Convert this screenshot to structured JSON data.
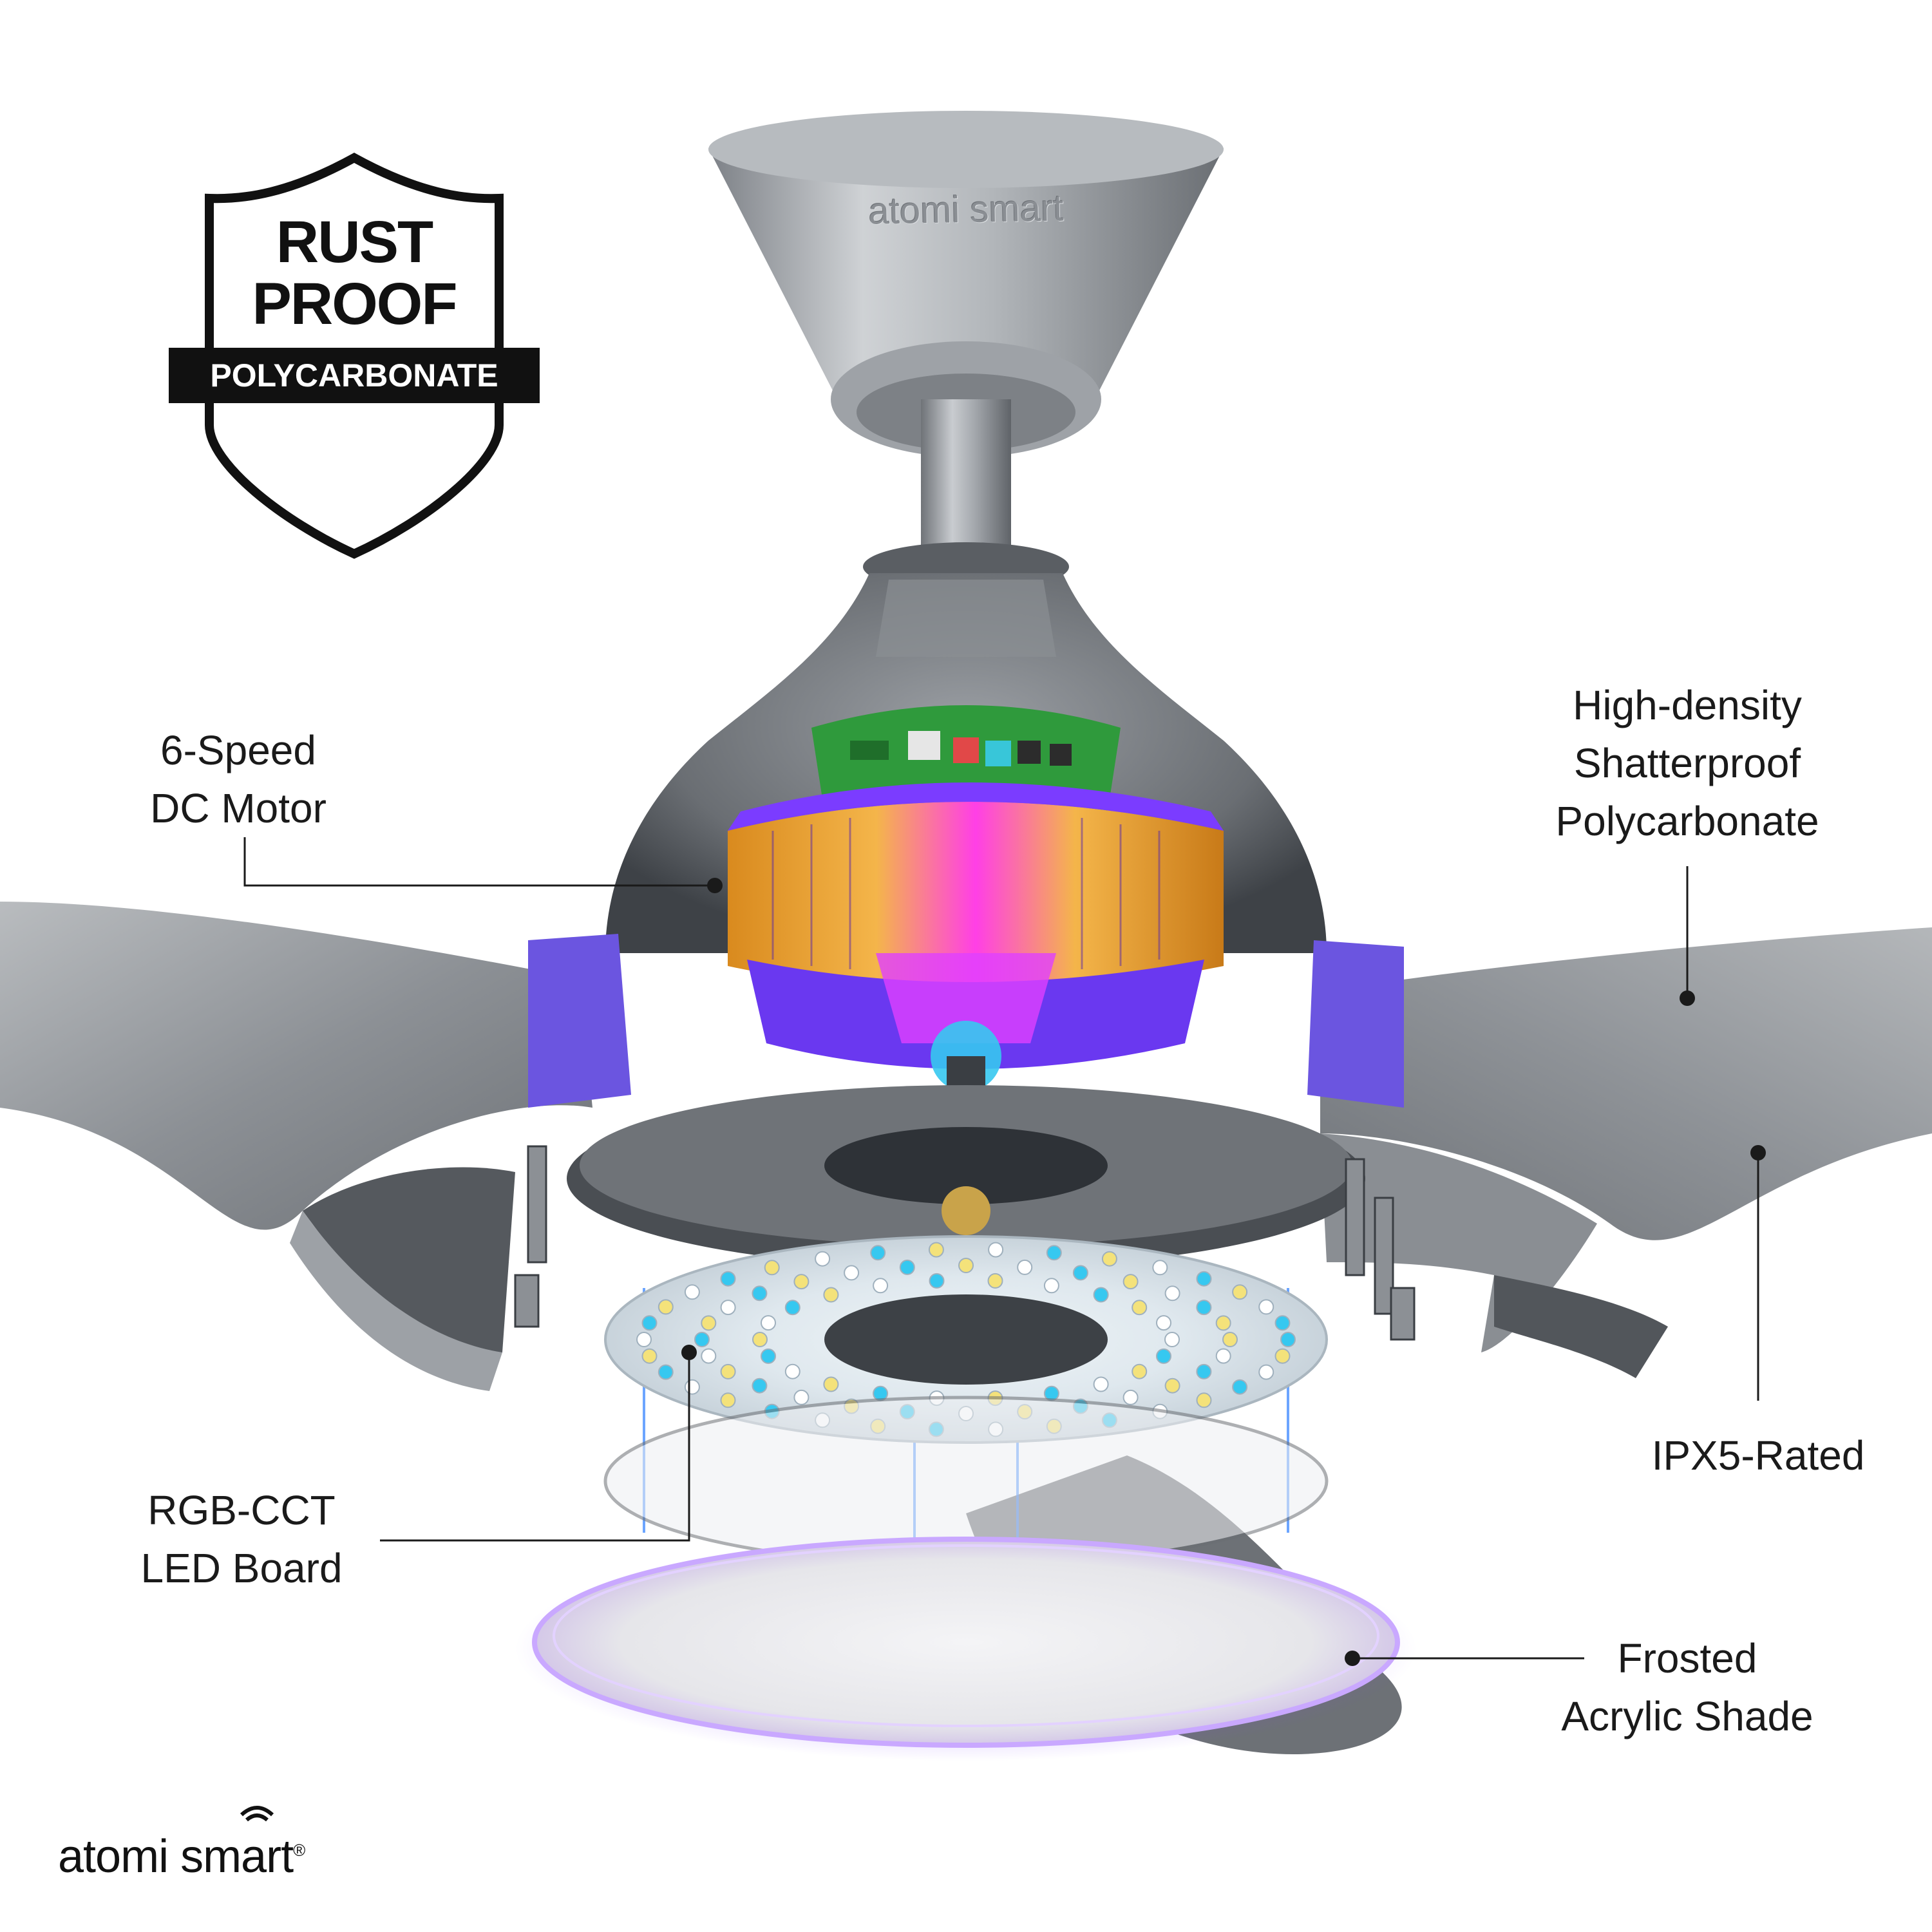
{
  "badge": {
    "line1": "RUST",
    "line2": "PROOF",
    "band": "POLYCARBONATE",
    "icon": "shield-icon"
  },
  "callouts": {
    "motor": {
      "line1": "6-Speed",
      "line2": "DC Motor"
    },
    "housing": {
      "line1": "High-density",
      "line2": "Shatterproof",
      "line3": "Polycarbonate"
    },
    "rating": {
      "line1": "IPX5-Rated"
    },
    "led": {
      "line1": "RGB-CCT",
      "line2": "LED Board"
    },
    "shade": {
      "line1": "Frosted",
      "line2": "Acrylic Shade"
    }
  },
  "brand": {
    "name": "atomi smart",
    "registered": "®",
    "canopy_text": "atomi smart"
  },
  "colors": {
    "metal": "#8f9499",
    "dark_metal": "#4a4e53",
    "motor_purple": "#7b3cff",
    "motor_magenta": "#e040ff",
    "coil_orange": "#f0a830",
    "pcb_green": "#2f9a3c",
    "led_blue": "#36c8f0",
    "led_yellow": "#f4e27a",
    "text": "#1a1a1a"
  }
}
